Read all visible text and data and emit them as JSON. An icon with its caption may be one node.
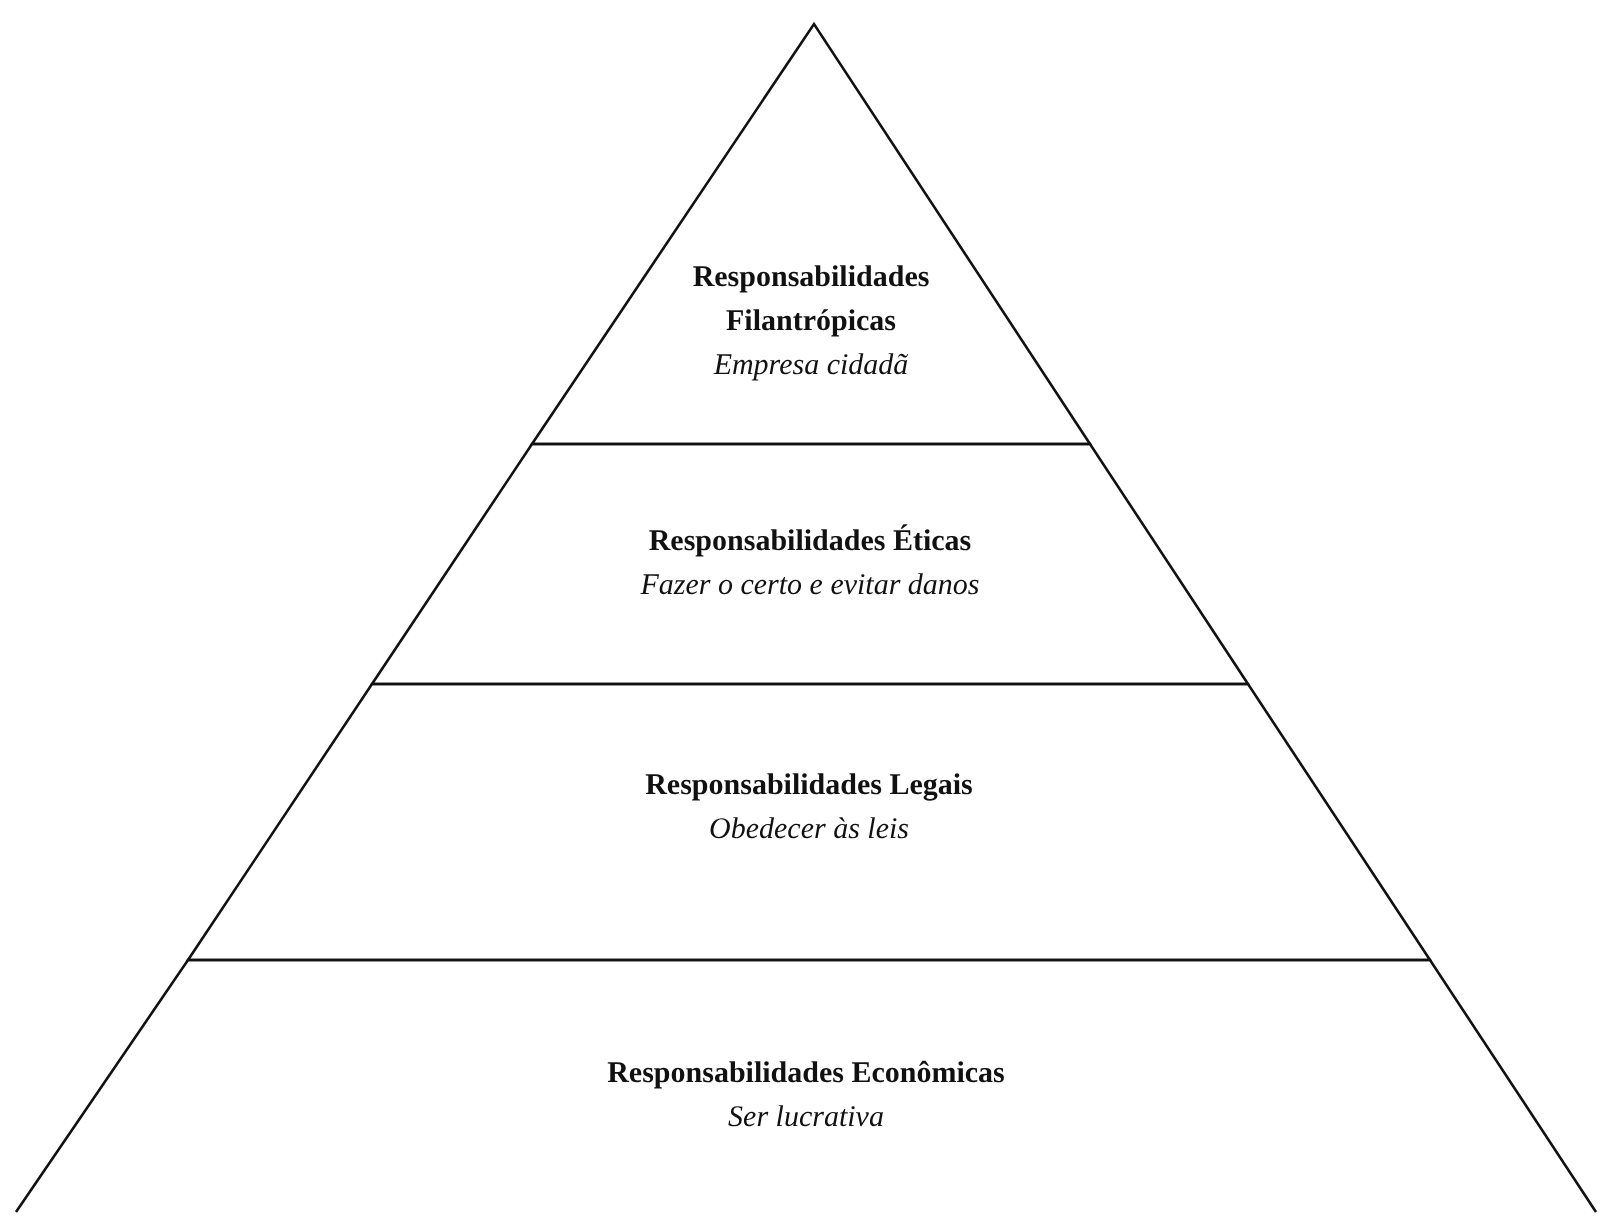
{
  "diagram": {
    "nodes": [
      {
        "text": [
          "Responsabilidades Filantrópicas",
          "Empresa cidadã"
        ]
      },
      {
        "text": [
          "Responsabilidades Éticas",
          "Fazer o certo e evitar danos"
        ]
      },
      {
        "text": [
          "Responsabilidades Legais",
          "Obedecer às leis"
        ]
      },
      {
        "text": [
          "Responsabilidades Econômicas",
          "Ser lucrativa"
        ]
      }
    ]
  }
}
